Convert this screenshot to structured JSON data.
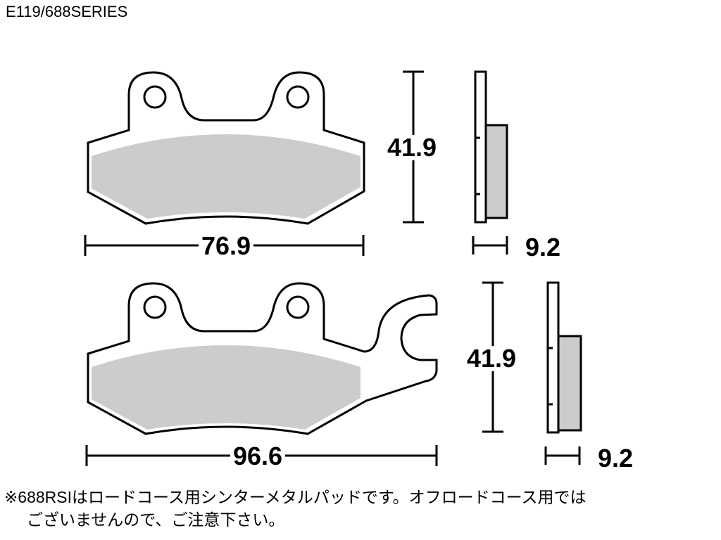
{
  "title": "E119/688SERIES",
  "colors": {
    "friction": "#cccccc",
    "outline": "#000000"
  },
  "pads": [
    {
      "width": "76.9",
      "height": "41.9",
      "thickness": "9.2"
    },
    {
      "width": "96.6",
      "height": "41.9",
      "thickness": "9.2"
    }
  ],
  "note": {
    "line1": "※688RSIはロードコース用シンターメタルパッドです。オフロードコース用では",
    "line2": "ございませんので、ご注意下さい。"
  }
}
